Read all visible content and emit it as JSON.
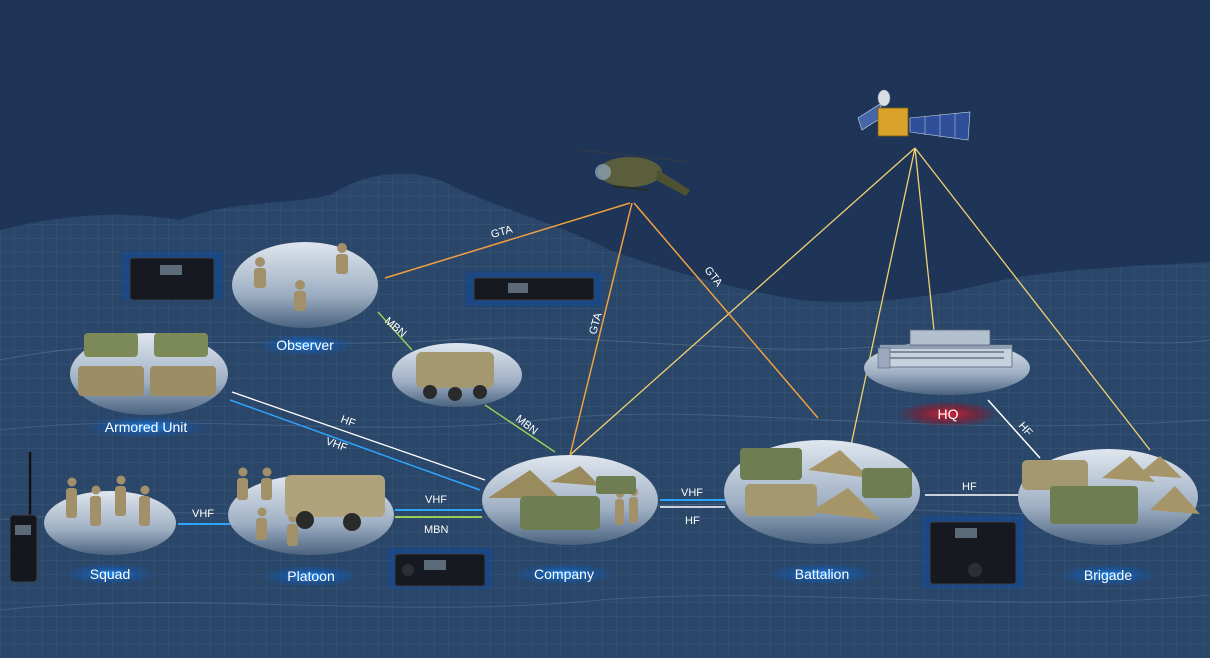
{
  "nodes": {
    "observer": "Observer",
    "armored_unit": "Armored Unit",
    "squad": "Squad",
    "platoon": "Platoon",
    "company": "Company",
    "battalion": "Battalion",
    "brigade": "Brigade",
    "hq": "HQ"
  },
  "links": {
    "gta_observer": "GTA",
    "gta_company": "GTA",
    "gta_battalion": "GTA",
    "mbn_observer_vehicle": "MBN",
    "mbn_vehicle_company": "MBN",
    "hf_armored_company": "HF",
    "vhf_armored_company": "VHF",
    "vhf_squad_platoon": "VHF",
    "vhf_platoon_company": "VHF",
    "mbn_platoon_company": "MBN",
    "vhf_company_battalion": "VHF",
    "hf_company_battalion": "HF",
    "hf_battalion_brigade": "HF",
    "hf_hq_brigade": "HF"
  },
  "colors": {
    "background": "#1e3557",
    "gta_link": "#f0a040",
    "satcom_link": "#f2d070",
    "hf_link": "#ffffff",
    "vhf_link": "#2fa4ff",
    "mbn_link": "#9ccc55",
    "label_glow": "#1d8fff",
    "hq_glow": "#d01a2a"
  },
  "icons": {
    "satellite": "satellite-icon",
    "helicopter": "helicopter-icon",
    "handheld_radio": "handheld-radio-icon",
    "radio_units": "radio-unit-icon"
  }
}
